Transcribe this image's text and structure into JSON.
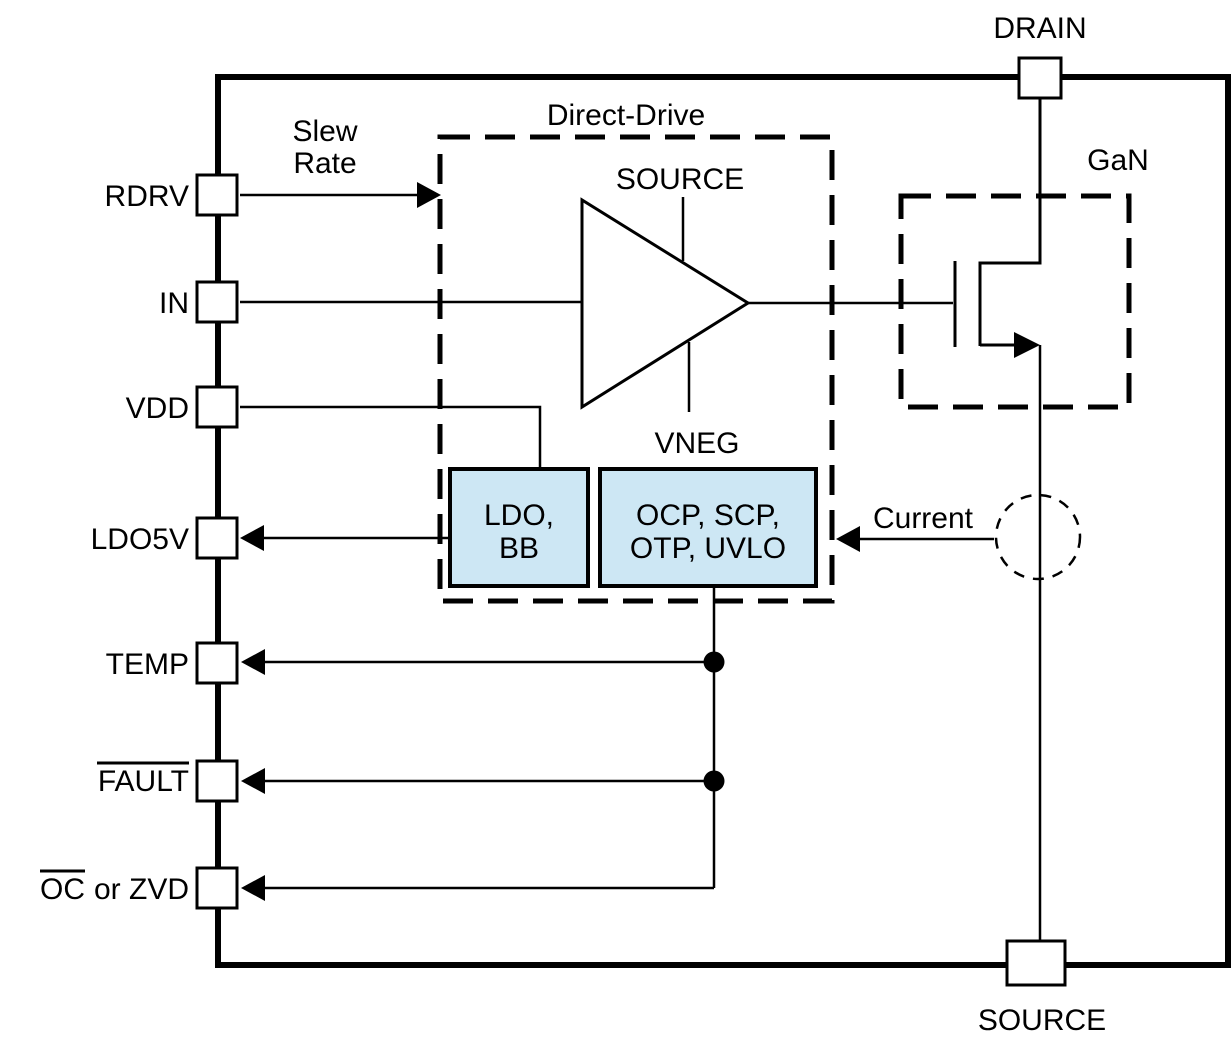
{
  "colors": {
    "background": "#ffffff",
    "stroke": "#000000",
    "block_fill": "#cde7f4",
    "text": "#000000"
  },
  "pins": {
    "left": [
      {
        "label": "RDRV"
      },
      {
        "label": "IN"
      },
      {
        "label": "VDD"
      },
      {
        "label": "LDO5V"
      },
      {
        "label": "TEMP"
      },
      {
        "label": "FAULT",
        "overlined": true
      },
      {
        "label": "OC",
        "overlined": true,
        "suffix": "or ZVD"
      }
    ],
    "top": {
      "label": "DRAIN"
    },
    "bottom": {
      "label": "SOURCE"
    }
  },
  "annotations": {
    "slew_rate": [
      "Slew",
      "Rate"
    ],
    "direct_drive": "Direct-Drive",
    "amp_source": "SOURCE",
    "amp_vneg": "VNEG",
    "gan": "GaN",
    "current": "Current"
  },
  "blocks": {
    "ldo": [
      "LDO,",
      "BB"
    ],
    "protection": [
      "OCP, SCP,",
      "OTP, UVLO"
    ]
  }
}
